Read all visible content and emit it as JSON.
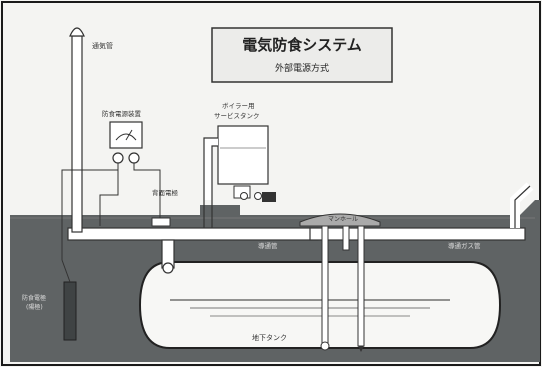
{
  "title": {
    "main": "電気防食システム",
    "sub": "外部電源方式"
  },
  "labels": {
    "vent_pipe": "通気管",
    "rectifier": "防食電源装置",
    "boiler_tank": "ボイラー用\nサービスタンク",
    "backfill_electrode": "背面電極",
    "manhole": "マンホール",
    "conductor_left": "導通管",
    "conductor_right": "導通ガス管",
    "anode": "防食電極\n(陽極)",
    "tank": "地下タンク"
  },
  "colors": {
    "ground": "#5f6364",
    "pipe_fill": "#ffffff",
    "tank_fill": "#f7f7f5",
    "line": "#333333",
    "frame": "#1a1a1a",
    "title_box": "#ececea"
  }
}
